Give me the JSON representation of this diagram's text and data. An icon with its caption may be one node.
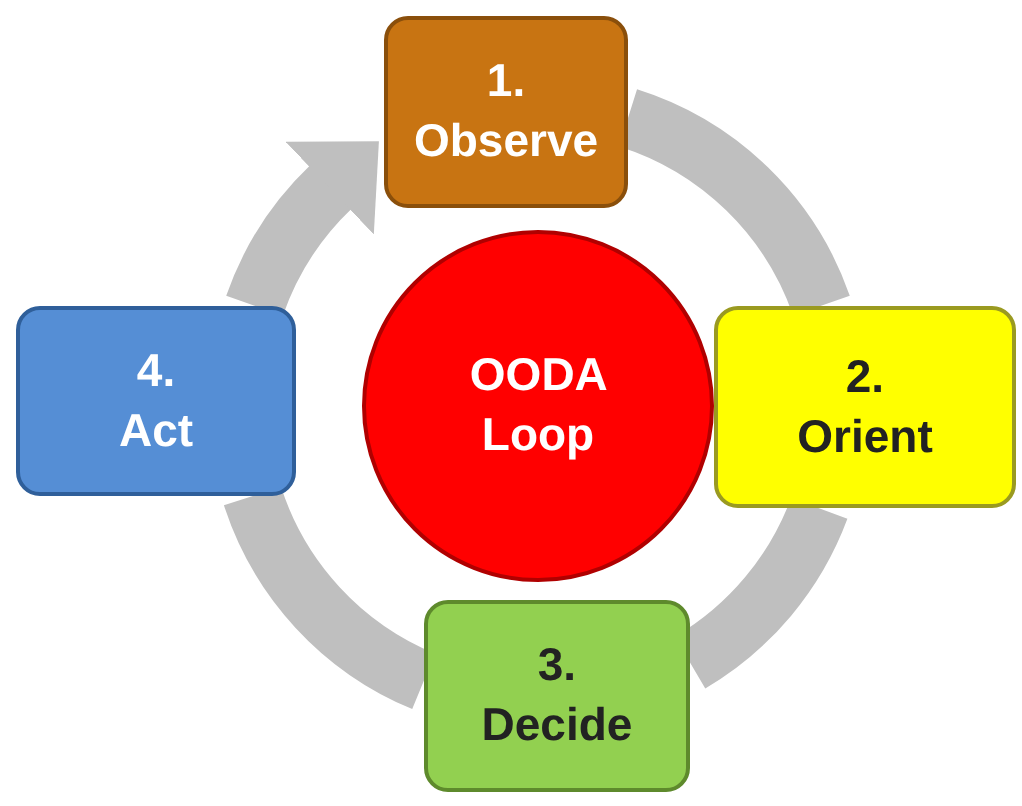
{
  "diagram": {
    "nodes": [
      {
        "text": [
          "1. Observe"
        ]
      },
      {
        "text": [
          "2. Orient"
        ]
      },
      {
        "text": [
          "3. Decide"
        ]
      },
      {
        "text": [
          "4. Act"
        ]
      },
      {
        "text": [
          "OODA Loop"
        ]
      }
    ],
    "edges": [
      {
        "from": 0,
        "to": 1,
        "arrow": "none"
      },
      {
        "from": 1,
        "to": 2,
        "arrow": "none"
      },
      {
        "from": 2,
        "to": 3,
        "arrow": "none"
      },
      {
        "from": 3,
        "to": 0,
        "arrow": "to"
      }
    ]
  }
}
